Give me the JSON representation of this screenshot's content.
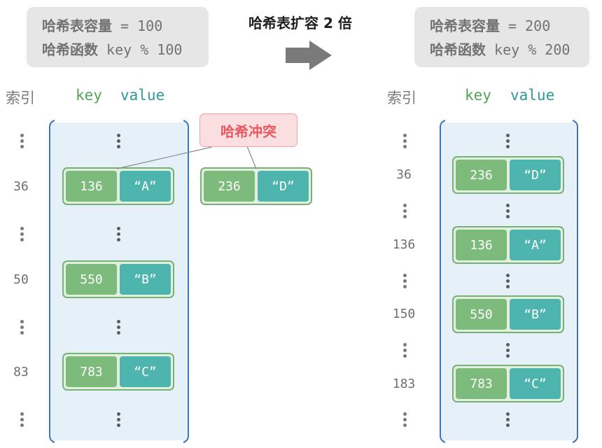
{
  "left_info": {
    "capacity_label": "哈希表容量",
    "capacity_expr": " = 100",
    "func_label": "哈希函数",
    "func_expr": " key % 100"
  },
  "right_info": {
    "capacity_label": "哈希表容量",
    "capacity_expr": " = 200",
    "func_label": "哈希函数",
    "func_expr": " key % 200"
  },
  "title": "哈希表扩容 2 倍",
  "headers": {
    "index": "索引",
    "key": "key",
    "value": "value"
  },
  "conflict_label": "哈希冲突",
  "left_table": {
    "indices": [
      "36",
      "50",
      "83"
    ],
    "entries": [
      {
        "key": "136",
        "value": "“A”"
      },
      {
        "key": "550",
        "value": "“B”"
      },
      {
        "key": "783",
        "value": "“C”"
      }
    ],
    "collision_entry": {
      "key": "236",
      "value": "“D”"
    }
  },
  "right_table": {
    "indices": [
      "36",
      "136",
      "150",
      "183"
    ],
    "entries": [
      {
        "key": "236",
        "value": "“D”"
      },
      {
        "key": "136",
        "value": "“A”"
      },
      {
        "key": "550",
        "value": "“B”"
      },
      {
        "key": "783",
        "value": "“C”"
      }
    ]
  },
  "colors": {
    "panel_fill": "#e5f0f9",
    "panel_border": "#3f76b3",
    "key_fill": "#7dbb7c",
    "value_fill": "#4db5ad",
    "pair_border": "#76b276",
    "conflict_text": "#e7585f"
  }
}
